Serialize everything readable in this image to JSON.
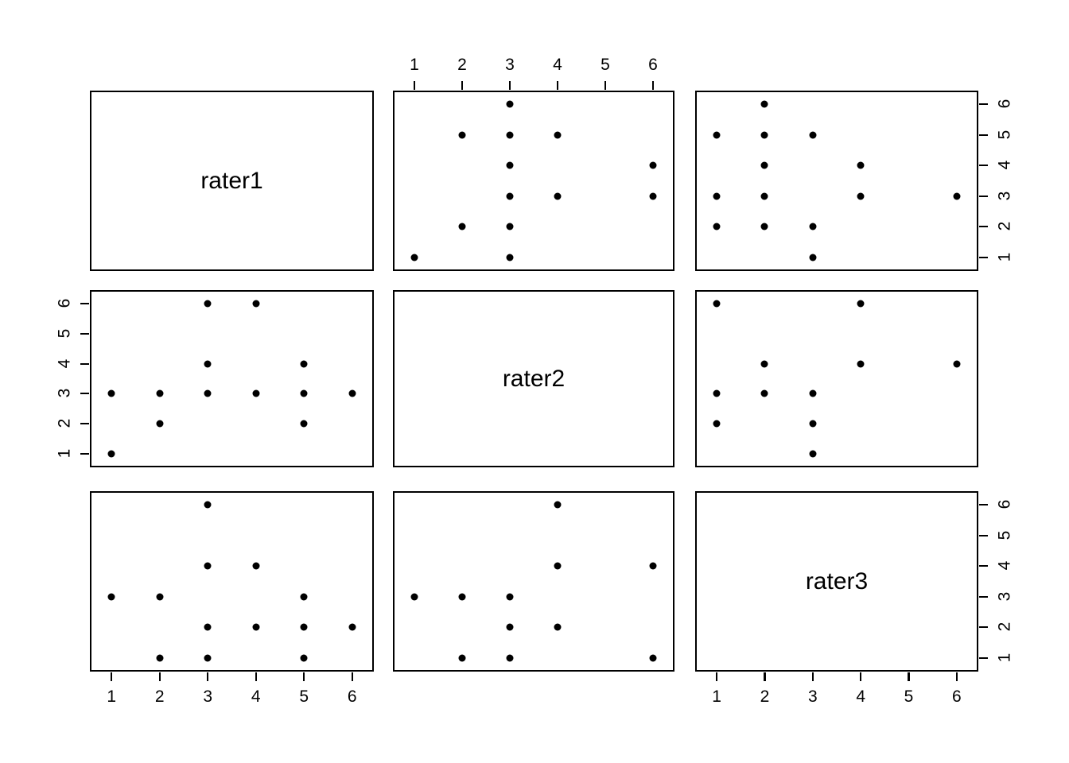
{
  "figure": {
    "type": "scatterplot-matrix",
    "variables": [
      "rater1",
      "rater2",
      "rater3"
    ],
    "background": "#ffffff",
    "point_color": "#000000",
    "axis_color": "#000000",
    "tick_labels": [
      "1",
      "2",
      "3",
      "4",
      "5",
      "6"
    ],
    "axis_range": [
      0.55,
      6.45
    ]
  },
  "diagonal_labels": [
    {
      "text": "rater1"
    },
    {
      "text": "rater2"
    },
    {
      "text": "rater3"
    }
  ],
  "axes": {
    "top_middle": {
      "labels": [
        "1",
        "2",
        "3",
        "4",
        "5",
        "6"
      ]
    },
    "right_top": {
      "labels": [
        "1",
        "2",
        "3",
        "4",
        "5",
        "6"
      ]
    },
    "left_middle": {
      "labels": [
        "1",
        "2",
        "3",
        "4",
        "5",
        "6"
      ]
    },
    "right_bottom": {
      "labels": [
        "1",
        "2",
        "3",
        "4",
        "5",
        "6"
      ]
    },
    "bottom_left": {
      "labels": [
        "1",
        "2",
        "3",
        "4",
        "5",
        "6"
      ]
    },
    "bottom_right": {
      "labels": [
        "1",
        "2",
        "3",
        "4",
        "5",
        "6"
      ]
    }
  },
  "chart_data": {
    "type": "scatter",
    "title": "",
    "xlabel": "",
    "ylabel": "",
    "xlim": [
      0.55,
      6.45
    ],
    "ylim": [
      0.55,
      6.45
    ],
    "grid": false,
    "legend": "none",
    "variables": [
      "rater1",
      "rater2",
      "rater3"
    ],
    "panels": [
      {
        "row": 1,
        "col": 1,
        "kind": "diagonal",
        "label": "rater1",
        "points": []
      },
      {
        "row": 1,
        "col": 2,
        "kind": "scatter",
        "x": "rater1",
        "y": "rater2",
        "points": [
          [
            1,
            1
          ],
          [
            2,
            2
          ],
          [
            2,
            5
          ],
          [
            3,
            1
          ],
          [
            3,
            2
          ],
          [
            3,
            3
          ],
          [
            3,
            4
          ],
          [
            3,
            5
          ],
          [
            3,
            6
          ],
          [
            4,
            3
          ],
          [
            4,
            5
          ],
          [
            6,
            3
          ],
          [
            6,
            4
          ]
        ]
      },
      {
        "row": 1,
        "col": 3,
        "kind": "scatter",
        "x": "rater1",
        "y": "rater3",
        "points": [
          [
            1,
            2
          ],
          [
            1,
            3
          ],
          [
            1,
            5
          ],
          [
            2,
            2
          ],
          [
            2,
            3
          ],
          [
            2,
            4
          ],
          [
            2,
            5
          ],
          [
            2,
            6
          ],
          [
            3,
            1
          ],
          [
            3,
            2
          ],
          [
            3,
            5
          ],
          [
            4,
            3
          ],
          [
            4,
            4
          ],
          [
            6,
            3
          ]
        ]
      },
      {
        "row": 2,
        "col": 1,
        "kind": "scatter",
        "x": "rater2",
        "y": "rater1",
        "points": [
          [
            1,
            1
          ],
          [
            1,
            3
          ],
          [
            2,
            2
          ],
          [
            2,
            3
          ],
          [
            3,
            3
          ],
          [
            3,
            4
          ],
          [
            3,
            6
          ],
          [
            4,
            3
          ],
          [
            4,
            6
          ],
          [
            5,
            2
          ],
          [
            5,
            3
          ],
          [
            5,
            4
          ],
          [
            6,
            3
          ]
        ]
      },
      {
        "row": 2,
        "col": 2,
        "kind": "diagonal",
        "label": "rater2",
        "points": []
      },
      {
        "row": 2,
        "col": 3,
        "kind": "scatter",
        "x": "rater2",
        "y": "rater3",
        "points": [
          [
            1,
            2
          ],
          [
            1,
            3
          ],
          [
            1,
            6
          ],
          [
            2,
            3
          ],
          [
            2,
            4
          ],
          [
            3,
            1
          ],
          [
            3,
            2
          ],
          [
            3,
            3
          ],
          [
            4,
            4
          ],
          [
            4,
            6
          ],
          [
            6,
            4
          ]
        ]
      },
      {
        "row": 3,
        "col": 1,
        "kind": "scatter",
        "x": "rater1",
        "y": "rater3",
        "points": [
          [
            1,
            3
          ],
          [
            2,
            1
          ],
          [
            2,
            3
          ],
          [
            3,
            1
          ],
          [
            3,
            2
          ],
          [
            3,
            4
          ],
          [
            3,
            6
          ],
          [
            4,
            2
          ],
          [
            4,
            4
          ],
          [
            5,
            1
          ],
          [
            5,
            2
          ],
          [
            5,
            3
          ],
          [
            6,
            2
          ]
        ]
      },
      {
        "row": 3,
        "col": 2,
        "kind": "scatter",
        "x": "rater2",
        "y": "rater3",
        "points": [
          [
            1,
            3
          ],
          [
            2,
            1
          ],
          [
            2,
            3
          ],
          [
            3,
            1
          ],
          [
            3,
            2
          ],
          [
            3,
            3
          ],
          [
            4,
            2
          ],
          [
            4,
            4
          ],
          [
            4,
            6
          ],
          [
            6,
            1
          ],
          [
            6,
            4
          ]
        ]
      },
      {
        "row": 3,
        "col": 3,
        "kind": "diagonal",
        "label": "rater3",
        "points": []
      }
    ]
  }
}
